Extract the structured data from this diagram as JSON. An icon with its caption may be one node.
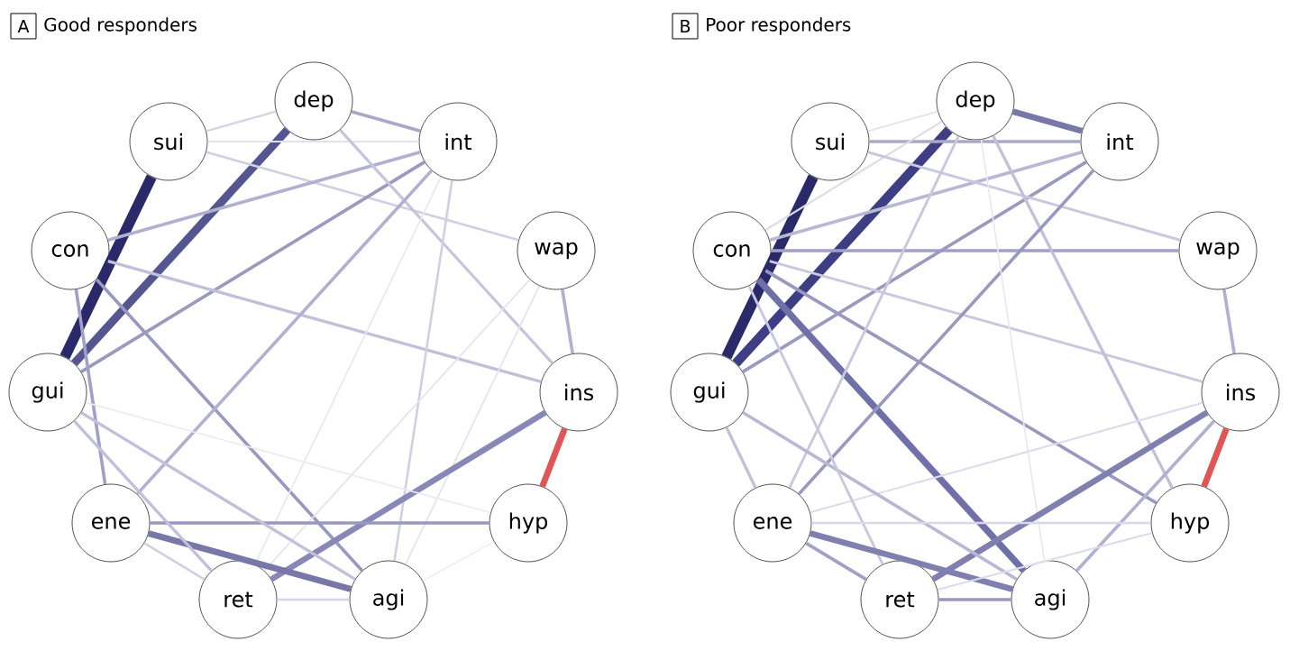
{
  "diagram": {
    "nodes": [
      {
        "text": [
          "A",
          "Good responders"
        ]
      },
      {
        "text": [
          "dep"
        ]
      },
      {
        "text": [
          "int"
        ]
      },
      {
        "text": [
          "wap"
        ]
      },
      {
        "text": [
          "ins"
        ]
      },
      {
        "text": [
          "hyp"
        ]
      },
      {
        "text": [
          "agi"
        ]
      },
      {
        "text": [
          "ret"
        ]
      },
      {
        "text": [
          "ene"
        ]
      },
      {
        "text": [
          "gui"
        ]
      },
      {
        "text": [
          "con"
        ]
      },
      {
        "text": [
          "sui"
        ]
      },
      {
        "text": [
          "B",
          "Poor responders"
        ]
      },
      {
        "text": [
          "dep"
        ]
      },
      {
        "text": [
          "int"
        ]
      },
      {
        "text": [
          "wap"
        ]
      },
      {
        "text": [
          "ins"
        ]
      },
      {
        "text": [
          "hyp"
        ]
      },
      {
        "text": [
          "agi"
        ]
      },
      {
        "text": [
          "ret"
        ]
      },
      {
        "text": [
          "ene"
        ]
      },
      {
        "text": [
          "gui"
        ]
      },
      {
        "text": [
          "con"
        ]
      },
      {
        "text": [
          "sui"
        ]
      }
    ],
    "edges": [
      {
        "from": 11,
        "to": 9,
        "arrow": "none",
        "style": "thick",
        "color": "#2a2a6a"
      },
      {
        "from": 1,
        "to": 9,
        "arrow": "none",
        "style": "thick",
        "color": "#555590"
      },
      {
        "from": 1,
        "to": 2,
        "arrow": "none",
        "color": "#a8a8c8"
      },
      {
        "from": 11,
        "to": 1,
        "arrow": "none",
        "color": "#d4d4e6"
      },
      {
        "from": 11,
        "to": 2,
        "arrow": "none",
        "color": "#e2e2ee"
      },
      {
        "from": 11,
        "to": 3,
        "arrow": "none",
        "color": "#d0d0e2"
      },
      {
        "from": 10,
        "to": 2,
        "arrow": "none",
        "color": "#b0b0d0"
      },
      {
        "from": 9,
        "to": 2,
        "arrow": "none",
        "color": "#9a9ac0"
      },
      {
        "from": 10,
        "to": 4,
        "arrow": "none",
        "color": "#c0c0da"
      },
      {
        "from": 10,
        "to": 6,
        "arrow": "none",
        "color": "#9898c0"
      },
      {
        "from": 10,
        "to": 8,
        "arrow": "none",
        "color": "#a0a0c8"
      },
      {
        "from": 1,
        "to": 4,
        "arrow": "none",
        "color": "#c4c4dc"
      },
      {
        "from": 2,
        "to": 8,
        "arrow": "none",
        "color": "#b0b0d0"
      },
      {
        "from": 2,
        "to": 6,
        "arrow": "none",
        "color": "#d0d0e4"
      },
      {
        "from": 2,
        "to": 7,
        "arrow": "none",
        "color": "#e8e8f2"
      },
      {
        "from": 3,
        "to": 4,
        "arrow": "none",
        "color": "#b0b0d0"
      },
      {
        "from": 3,
        "to": 6,
        "arrow": "none",
        "color": "#e4e4f0"
      },
      {
        "from": 3,
        "to": 7,
        "arrow": "none",
        "color": "#e4e4f0"
      },
      {
        "from": 4,
        "to": 7,
        "arrow": "none",
        "style": "thick",
        "color": "#8888b8"
      },
      {
        "from": 4,
        "to": 5,
        "arrow": "none",
        "style": "thick",
        "color": "#e05555"
      },
      {
        "from": 8,
        "to": 5,
        "arrow": "none",
        "color": "#9898c0"
      },
      {
        "from": 8,
        "to": 6,
        "arrow": "none",
        "style": "thick",
        "color": "#7878a8"
      },
      {
        "from": 9,
        "to": 7,
        "arrow": "none",
        "color": "#c0c0da"
      },
      {
        "from": 9,
        "to": 6,
        "arrow": "none",
        "color": "#c0c0da"
      },
      {
        "from": 9,
        "to": 5,
        "arrow": "none",
        "color": "#eaeaf4"
      },
      {
        "from": 7,
        "to": 6,
        "arrow": "none",
        "color": "#d4d4e6"
      },
      {
        "from": 5,
        "to": 6,
        "arrow": "none",
        "color": "#ececf4"
      },
      {
        "from": 8,
        "to": 7,
        "arrow": "none",
        "color": "#d0d0e4"
      },
      {
        "from": 23,
        "to": 21,
        "arrow": "none",
        "style": "thick",
        "color": "#2a2a6a"
      },
      {
        "from": 13,
        "to": 21,
        "arrow": "none",
        "style": "thick",
        "color": "#3e3e85"
      },
      {
        "from": 13,
        "to": 14,
        "arrow": "none",
        "style": "thick",
        "color": "#7878a8"
      },
      {
        "from": 23,
        "to": 14,
        "arrow": "none",
        "color": "#a8a8c8"
      },
      {
        "from": 23,
        "to": 13,
        "arrow": "none",
        "color": "#e2e2ee"
      },
      {
        "from": 22,
        "to": 13,
        "arrow": "none",
        "color": "#dcdcec"
      },
      {
        "from": 22,
        "to": 15,
        "arrow": "none",
        "color": "#a0a0c8"
      },
      {
        "from": 22,
        "to": 14,
        "arrow": "none",
        "color": "#b8b8d4"
      },
      {
        "from": 21,
        "to": 14,
        "arrow": "none",
        "color": "#9a9ac0"
      },
      {
        "from": 22,
        "to": 18,
        "arrow": "none",
        "style": "thick",
        "color": "#7070a8"
      },
      {
        "from": 22,
        "to": 17,
        "arrow": "none",
        "color": "#9898c0"
      },
      {
        "from": 22,
        "to": 16,
        "arrow": "none",
        "color": "#c8c8de"
      },
      {
        "from": 23,
        "to": 15,
        "arrow": "none",
        "color": "#c8c8de"
      },
      {
        "from": 13,
        "to": 17,
        "arrow": "none",
        "color": "#c0c0da"
      },
      {
        "from": 13,
        "to": 20,
        "arrow": "none",
        "color": "#c8c8de"
      },
      {
        "from": 14,
        "to": 20,
        "arrow": "none",
        "color": "#9898c0"
      },
      {
        "from": 13,
        "to": 18,
        "arrow": "none",
        "color": "#e8e8f2"
      },
      {
        "from": 15,
        "to": 16,
        "arrow": "none",
        "color": "#b0b0d0"
      },
      {
        "from": 16,
        "to": 17,
        "arrow": "none",
        "style": "thick",
        "color": "#e05555"
      },
      {
        "from": 16,
        "to": 19,
        "arrow": "none",
        "style": "thick",
        "color": "#8080b0"
      },
      {
        "from": 16,
        "to": 18,
        "arrow": "none",
        "color": "#b0b0d0"
      },
      {
        "from": 16,
        "to": 20,
        "arrow": "none",
        "color": "#dcdcec"
      },
      {
        "from": 21,
        "to": 20,
        "arrow": "none",
        "color": "#c0c0da"
      },
      {
        "from": 21,
        "to": 18,
        "arrow": "none",
        "color": "#b8b8d4"
      },
      {
        "from": 22,
        "to": 19,
        "arrow": "none",
        "color": "#c8c8de"
      },
      {
        "from": 20,
        "to": 17,
        "arrow": "none",
        "color": "#d8d8e8"
      },
      {
        "from": 20,
        "to": 18,
        "arrow": "none",
        "style": "thick",
        "color": "#8080b0"
      },
      {
        "from": 20,
        "to": 19,
        "arrow": "none",
        "color": "#a0a0c8"
      },
      {
        "from": 19,
        "to": 18,
        "arrow": "none",
        "color": "#9898c0"
      },
      {
        "from": 17,
        "to": 19,
        "arrow": "none",
        "color": "#dcdcec"
      }
    ]
  }
}
